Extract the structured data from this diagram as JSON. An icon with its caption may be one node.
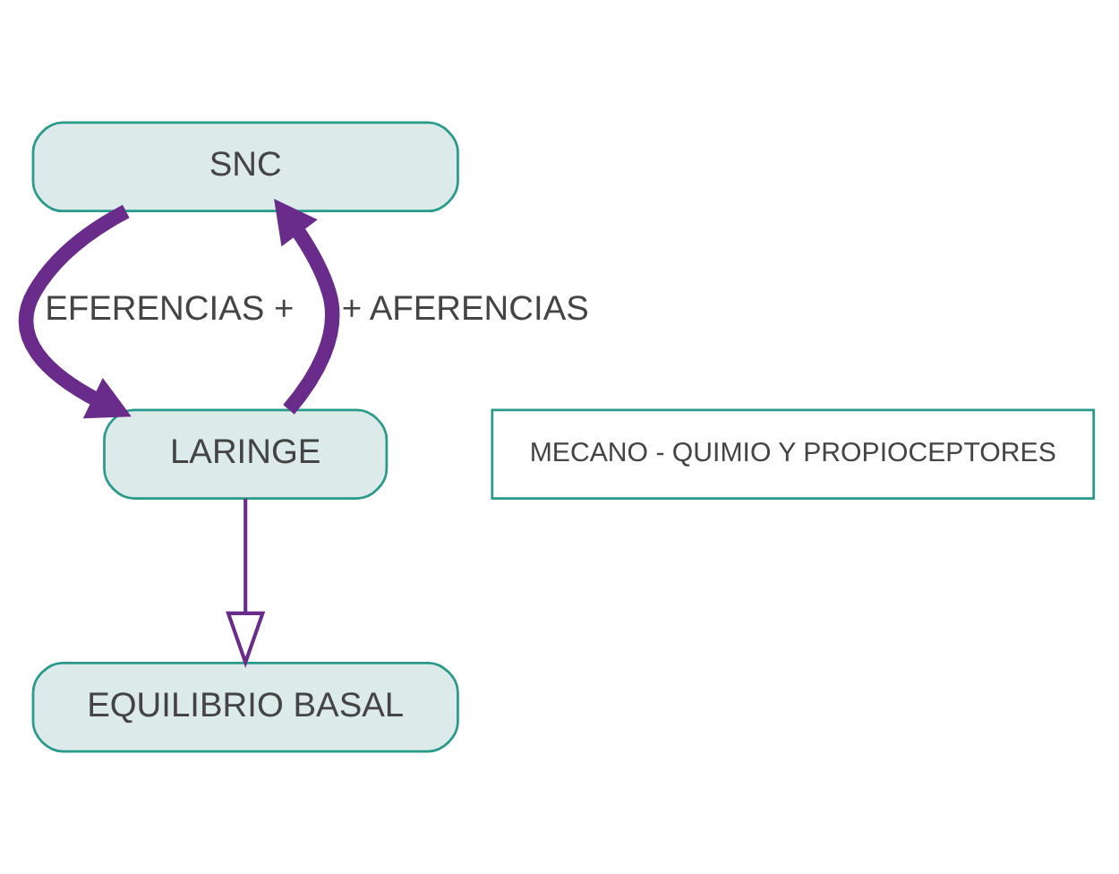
{
  "diagram": {
    "nodes": [
      {
        "text": [
          "SNC"
        ]
      },
      {
        "text": [
          "LARINGE"
        ]
      },
      {
        "text": [
          "EQUILIBRIO BASAL"
        ]
      },
      {
        "text": [
          "MECANO - QUIMIO Y PROPIOCEPTORES"
        ]
      }
    ],
    "edges": [
      {
        "from": 0,
        "to": 1,
        "arrow": "to",
        "label": "EFERENCIAS +"
      },
      {
        "from": 1,
        "to": 0,
        "arrow": "to",
        "label": "+ AFERENCIAS"
      },
      {
        "from": 1,
        "to": 2,
        "arrow": "to"
      }
    ]
  }
}
